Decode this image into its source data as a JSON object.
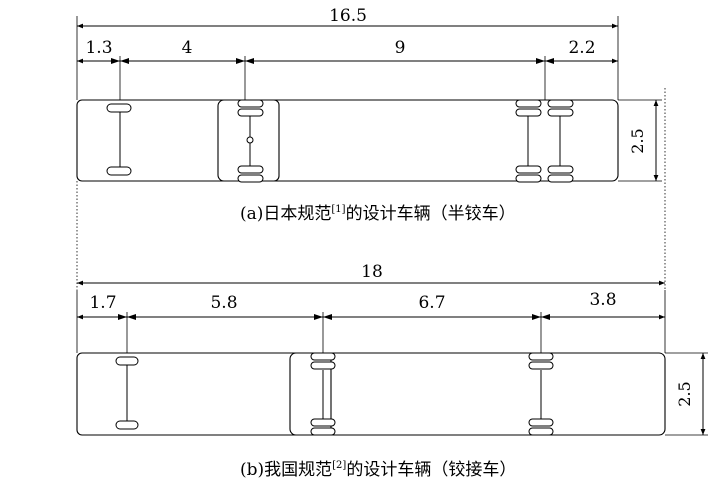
{
  "diagram_a": {
    "total_length": "16.5",
    "segments": [
      "1.3",
      "4",
      "9",
      "2.2"
    ],
    "width": "2.5",
    "caption_prefix": "(a)日本规范",
    "caption_ref": "[1]",
    "caption_suffix": "的设计车辆（半铰车）"
  },
  "diagram_b": {
    "total_length": "18",
    "segments": [
      "1.7",
      "5.8",
      "6.7",
      "3.8"
    ],
    "width": "2.5",
    "caption_prefix": "(b)我国规范",
    "caption_ref": "[2]",
    "caption_suffix": "的设计车辆（铰接车）"
  }
}
